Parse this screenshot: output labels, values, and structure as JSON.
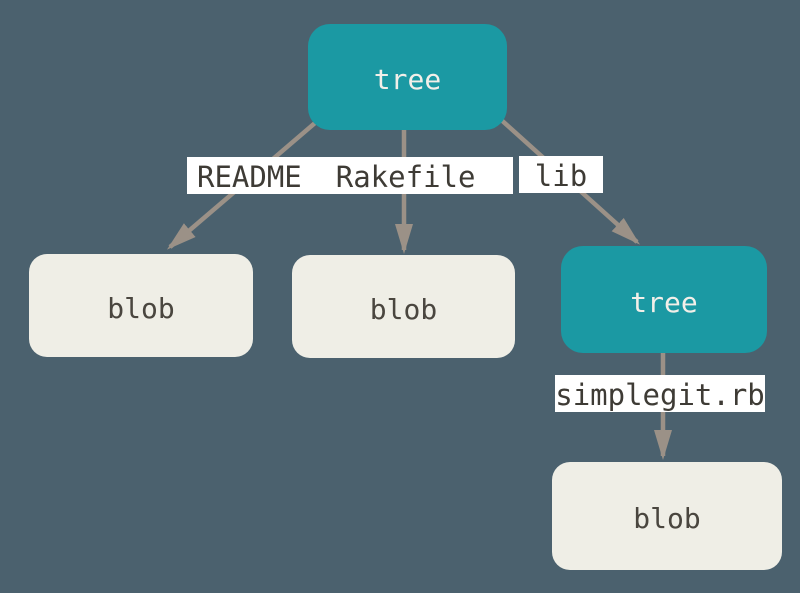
{
  "diagram": {
    "colors": {
      "background": "#4B616E",
      "tree_fill": "#1B99A3",
      "blob_fill": "#EFEEE6",
      "arrow": "#9B9187",
      "label_bg": "#FFFFFF",
      "tree_text": "#F2EFE9",
      "node_text": "#4A463F",
      "label_text": "#3E3B35"
    },
    "nodes": {
      "root_tree": {
        "label": "tree",
        "type": "tree"
      },
      "blob_readme": {
        "label": "blob",
        "type": "blob"
      },
      "blob_rakefile": {
        "label": "blob",
        "type": "blob"
      },
      "lib_tree": {
        "label": "tree",
        "type": "tree"
      },
      "blob_simplegit": {
        "label": "blob",
        "type": "blob"
      }
    },
    "edges": {
      "readme": {
        "label": "README",
        "from": "root_tree",
        "to": "blob_readme"
      },
      "rakefile": {
        "label": "Rakefile",
        "from": "root_tree",
        "to": "blob_rakefile"
      },
      "lib": {
        "label": "lib",
        "from": "root_tree",
        "to": "lib_tree"
      },
      "simplegit": {
        "label": "simplegit.rb",
        "from": "lib_tree",
        "to": "blob_simplegit"
      }
    }
  }
}
